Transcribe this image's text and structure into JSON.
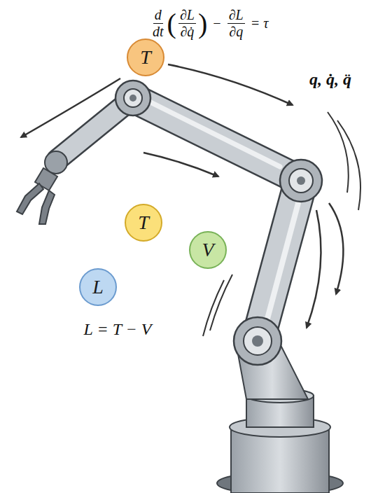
{
  "diagram": {
    "nodes": [
      {
        "text": [
          "T"
        ]
      },
      {
        "text": [
          "T"
        ]
      },
      {
        "text": [
          "V"
        ]
      },
      {
        "text": [
          "L"
        ]
      }
    ],
    "labels": [
      "d",
      "dt",
      "(",
      "∂L",
      "∂q̇",
      ")",
      "−",
      "∂L",
      "∂q",
      "= τ",
      "q, q̇, q̈",
      "L = T − V"
    ]
  }
}
